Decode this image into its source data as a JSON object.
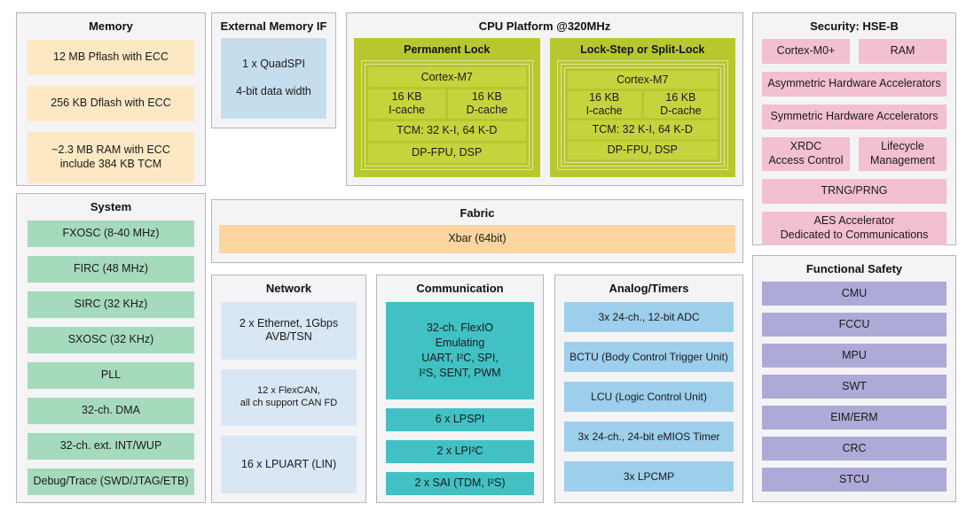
{
  "palette": {
    "section_bg": "#f4f4f6",
    "section_border": "#b5b5bd",
    "text": "#1a1a1a",
    "memory_block": "#fde8c4",
    "fabric_bar": "#fcd69e",
    "system_block": "#a6dabc",
    "external_if_block": "#c6ddee",
    "network_block": "#d9e7f4",
    "communication_block": "#41c1c4",
    "analog_block": "#9dceec",
    "security_block": "#f2c0cf",
    "safety_block": "#aeaad8",
    "cpu_group_bg": "#b7c82f",
    "cpu_inner_block": "#c5d43d",
    "cpu_stack_line": "#dfe79b"
  },
  "memory": {
    "title": "Memory",
    "items": [
      {
        "lines": [
          "12 MB Pflash with ECC"
        ]
      },
      {
        "lines": [
          "256 KB Dflash with ECC"
        ]
      },
      {
        "lines": [
          "~2.3 MB RAM with ECC",
          "include 384 KB TCM"
        ]
      }
    ]
  },
  "system": {
    "title": "System",
    "items": [
      "FXOSC (8-40 MHz)",
      "FIRC (48 MHz)",
      "SIRC (32 KHz)",
      "SXOSC (32 KHz)",
      "PLL",
      "32-ch. DMA",
      "32-ch. ext. INT/WUP",
      "Debug/Trace (SWD/JTAG/ETB)"
    ]
  },
  "external_memory_if": {
    "title": "External Memory IF",
    "block": {
      "lines": [
        "1 x QuadSPI",
        "4-bit data width"
      ]
    }
  },
  "cpu": {
    "title": "CPU Platform @320MHz",
    "groups": [
      {
        "title": "Permanent Lock",
        "core": "Cortex-M7",
        "icache": {
          "lines": [
            "16 KB",
            "I-cache"
          ]
        },
        "dcache": {
          "lines": [
            "16 KB",
            "D-cache"
          ]
        },
        "tcm": "TCM: 32 K-I, 64 K-D",
        "fpu": "DP-FPU, DSP"
      },
      {
        "title": "Lock-Step or Split-Lock",
        "core": "Cortex-M7",
        "icache": {
          "lines": [
            "16 KB",
            "I-cache"
          ]
        },
        "dcache": {
          "lines": [
            "16 KB",
            "D-cache"
          ]
        },
        "tcm": "TCM: 32 K-I, 64 K-D",
        "fpu": "DP-FPU, DSP"
      }
    ]
  },
  "security": {
    "title": "Security: HSE-B",
    "row0": [
      "Cortex-M0+",
      "RAM"
    ],
    "row1": "Asymmetric Hardware Accelerators",
    "row2": "Symmetric Hardware Accelerators",
    "row3": [
      {
        "lines": [
          "XRDC",
          "Access Control"
        ]
      },
      {
        "lines": [
          "Lifecycle",
          "Management"
        ]
      }
    ],
    "row4": "TRNG/PRNG",
    "row5": {
      "lines": [
        "AES Accelerator",
        "Dedicated to Communications"
      ]
    }
  },
  "fabric": {
    "title": "Fabric",
    "bar": "Xbar (64bit)"
  },
  "network": {
    "title": "Network",
    "items": [
      {
        "lines": [
          "2 x Ethernet, 1Gbps",
          "AVB/TSN"
        ]
      },
      {
        "lines": [
          "12 x FlexCAN,",
          "all ch support CAN FD"
        ]
      },
      {
        "lines": [
          "16 x LPUART (LIN)"
        ]
      }
    ]
  },
  "communication": {
    "title": "Communication",
    "items": [
      {
        "lines": [
          "32-ch. FlexIO",
          "Emulating",
          "UART, I²C, SPI,",
          "I²S, SENT, PWM"
        ]
      },
      {
        "lines": [
          "6 x LPSPI"
        ]
      },
      {
        "lines": [
          "2 x LPI²C"
        ]
      },
      {
        "lines": [
          "2 x SAI (TDM, I²S)"
        ]
      }
    ]
  },
  "analog": {
    "title": "Analog/Timers",
    "items": [
      "3x 24-ch., 12-bit ADC",
      "BCTU (Body Control Trigger Unit)",
      "LCU (Logic Control Unit)",
      "3x 24-ch., 24-bit eMIOS Timer",
      "3x LPCMP"
    ]
  },
  "safety": {
    "title": "Functional Safety",
    "items": [
      "CMU",
      "FCCU",
      "MPU",
      "SWT",
      "EIM/ERM",
      "CRC",
      "STCU"
    ]
  }
}
